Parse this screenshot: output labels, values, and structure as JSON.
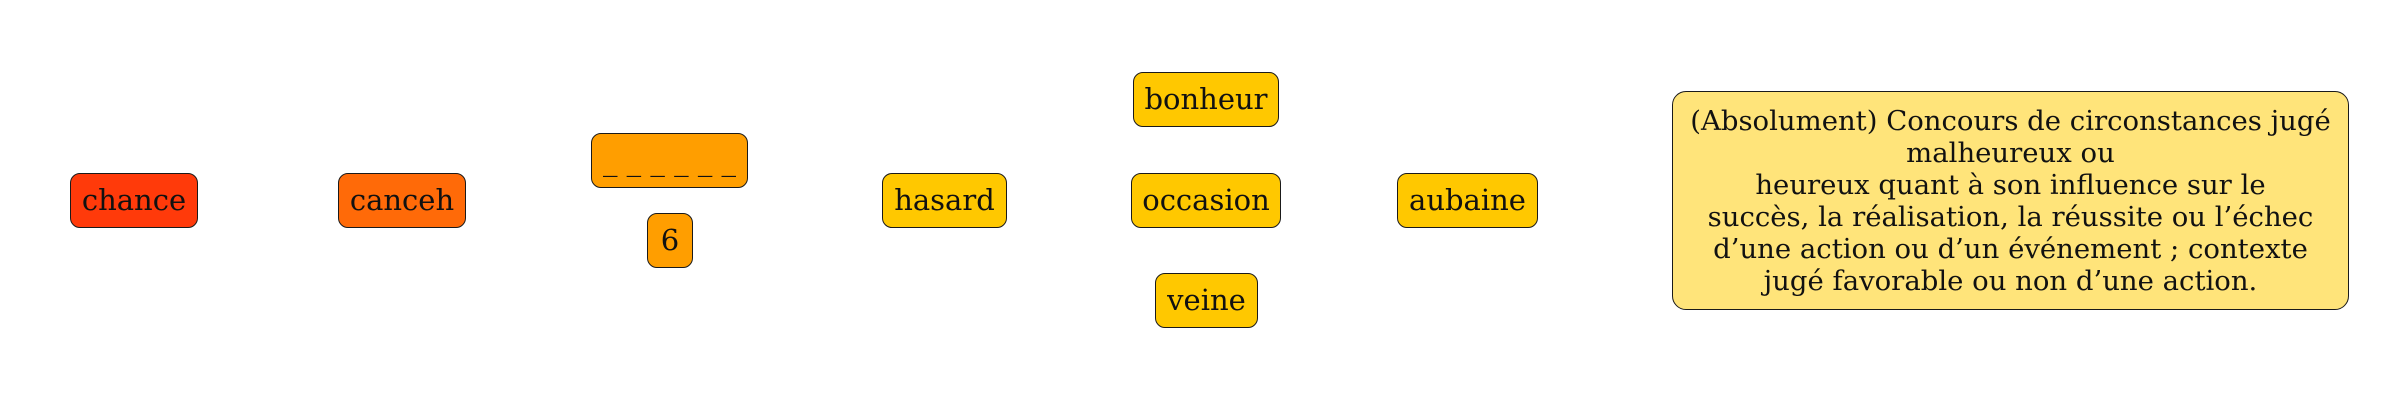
{
  "nodes": {
    "chance": {
      "label": "chance",
      "color": "#ff3a0a"
    },
    "canceh": {
      "label": "canceh",
      "color": "#ff6a08"
    },
    "blank": {
      "label": "_ _ _ _ _ _",
      "color": "#ff9e00"
    },
    "length": {
      "label": "6",
      "color": "#ff9e00"
    },
    "hasard": {
      "label": "hasard",
      "color": "#ffc800"
    },
    "bonheur": {
      "label": "bonheur",
      "color": "#ffc800"
    },
    "occasion": {
      "label": "occasion",
      "color": "#ffc800"
    },
    "veine": {
      "label": "veine",
      "color": "#ffc800"
    },
    "aubaine": {
      "label": "aubaine",
      "color": "#ffc800"
    }
  },
  "definition": {
    "color": "#ffe47a",
    "lines": [
      "(Absolument) Concours de circonstances jugé",
      "malheureux ou",
      "heureux quant à son influence sur le",
      "succès, la réalisation, la réussite ou l’échec",
      "d’une action ou d’un événement ; contexte",
      "jugé favorable ou non d’une action."
    ]
  }
}
